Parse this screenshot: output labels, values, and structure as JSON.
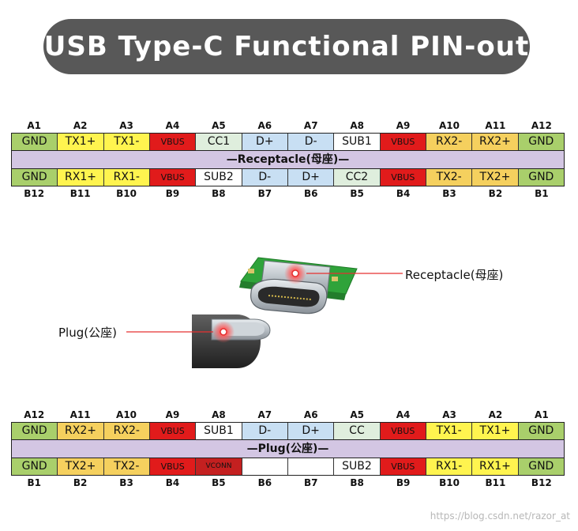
{
  "title": "USB Type-C Functional PIN-out",
  "colors": {
    "gnd": "#a9cf6b",
    "tx": "#fff44f",
    "vbus": "#e11b1b",
    "cc": "#dfeedd",
    "data": "#c8dff3",
    "sub": "#ffffff",
    "rx": "#f5d05e",
    "vconn": "#c42020"
  },
  "receptacle": {
    "top_labels": [
      "A1",
      "A2",
      "A3",
      "A4",
      "A5",
      "A6",
      "A7",
      "A8",
      "A9",
      "A10",
      "A11",
      "A12"
    ],
    "top_pins": [
      {
        "text": "GND",
        "type": "gnd"
      },
      {
        "text": "TX1+",
        "type": "tx"
      },
      {
        "text": "TX1-",
        "type": "tx"
      },
      {
        "text": "VBUS",
        "type": "vbus"
      },
      {
        "text": "CC1",
        "type": "cc"
      },
      {
        "text": "D+",
        "type": "data"
      },
      {
        "text": "D-",
        "type": "data"
      },
      {
        "text": "SUB1",
        "type": "sub"
      },
      {
        "text": "VBUS",
        "type": "vbus"
      },
      {
        "text": "RX2-",
        "type": "rx"
      },
      {
        "text": "RX2+",
        "type": "rx"
      },
      {
        "text": "GND",
        "type": "gnd"
      }
    ],
    "middle": "—Receptacle(母座)—",
    "bottom_pins": [
      {
        "text": "GND",
        "type": "gnd"
      },
      {
        "text": "RX1+",
        "type": "tx"
      },
      {
        "text": "RX1-",
        "type": "tx"
      },
      {
        "text": "VBUS",
        "type": "vbus"
      },
      {
        "text": "SUB2",
        "type": "sub"
      },
      {
        "text": "D-",
        "type": "data"
      },
      {
        "text": "D+",
        "type": "data"
      },
      {
        "text": "CC2",
        "type": "cc"
      },
      {
        "text": "VBUS",
        "type": "vbus"
      },
      {
        "text": "TX2-",
        "type": "rx"
      },
      {
        "text": "TX2+",
        "type": "rx"
      },
      {
        "text": "GND",
        "type": "gnd"
      }
    ],
    "bottom_labels": [
      "B12",
      "B11",
      "B10",
      "B9",
      "B8",
      "B7",
      "B6",
      "B5",
      "B4",
      "B3",
      "B2",
      "B1"
    ]
  },
  "callouts": {
    "receptacle": "Receptacle(母座)",
    "plug": "Plug(公座)"
  },
  "plug": {
    "top_labels": [
      "A12",
      "A11",
      "A10",
      "A9",
      "A8",
      "A7",
      "A6",
      "A5",
      "A4",
      "A3",
      "A2",
      "A1"
    ],
    "top_pins": [
      {
        "text": "GND",
        "type": "gnd"
      },
      {
        "text": "RX2+",
        "type": "rx"
      },
      {
        "text": "RX2-",
        "type": "rx"
      },
      {
        "text": "VBUS",
        "type": "vbus"
      },
      {
        "text": "SUB1",
        "type": "sub"
      },
      {
        "text": "D-",
        "type": "data"
      },
      {
        "text": "D+",
        "type": "data"
      },
      {
        "text": "CC",
        "type": "cc"
      },
      {
        "text": "VBUS",
        "type": "vbus"
      },
      {
        "text": "TX1-",
        "type": "tx"
      },
      {
        "text": "TX1+",
        "type": "tx"
      },
      {
        "text": "GND",
        "type": "gnd"
      }
    ],
    "middle": "—Plug(公座)—",
    "bottom_pins": [
      {
        "text": "GND",
        "type": "gnd"
      },
      {
        "text": "TX2+",
        "type": "rx"
      },
      {
        "text": "TX2-",
        "type": "rx"
      },
      {
        "text": "VBUS",
        "type": "vbus"
      },
      {
        "text": "VCONN",
        "type": "vconn"
      },
      {
        "text": "",
        "type": "sub"
      },
      {
        "text": "",
        "type": "sub"
      },
      {
        "text": "SUB2",
        "type": "sub"
      },
      {
        "text": "VBUS",
        "type": "vbus"
      },
      {
        "text": "RX1-",
        "type": "tx"
      },
      {
        "text": "RX1+",
        "type": "tx"
      },
      {
        "text": "GND",
        "type": "gnd"
      }
    ],
    "bottom_labels": [
      "B1",
      "B2",
      "B3",
      "B4",
      "B5",
      "B6",
      "B7",
      "B8",
      "B9",
      "B10",
      "B11",
      "B12"
    ]
  },
  "watermark": "https://blog.csdn.net/razor_at"
}
